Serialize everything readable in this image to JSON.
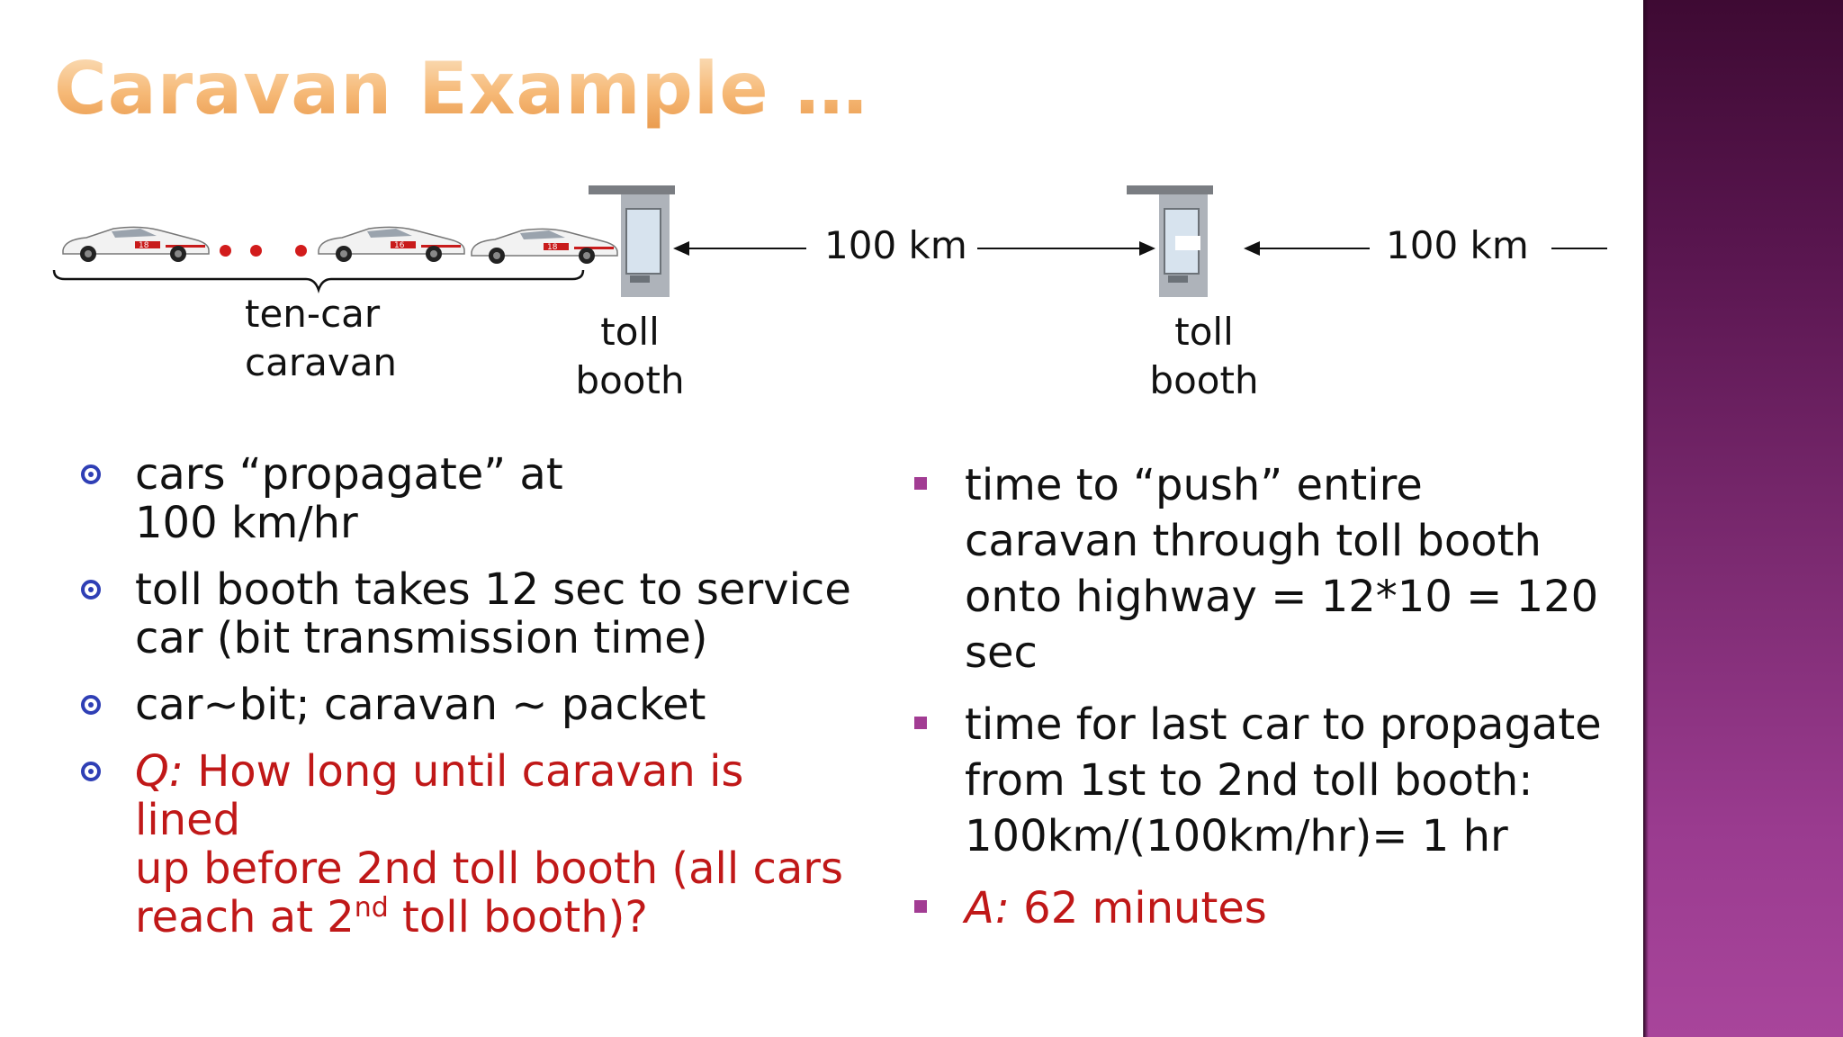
{
  "title": "Caravan Example …",
  "diagram": {
    "distance_1": "100 km",
    "distance_2": "100 km",
    "caravan_label_1": "ten-car",
    "caravan_label_2": "caravan",
    "booth1_label_1": "toll",
    "booth1_label_2": "booth",
    "booth2_label_1": "toll",
    "booth2_label_2": "booth"
  },
  "left_bullets": [
    {
      "line1": "cars “propagate” at",
      "line2": "100 km/hr"
    },
    {
      "line1": "toll booth takes 12 sec to service",
      "line2": "car (bit transmission time)"
    },
    {
      "line1": "car~bit; caravan ~ packet"
    },
    {
      "q_prefix": "Q:",
      "line1": " How long until caravan is lined",
      "line2": "up before 2nd toll booth (all cars",
      "line3_a": "reach at 2",
      "line3_sup": "nd",
      "line3_b": " toll booth)?"
    }
  ],
  "right_bullets": [
    {
      "line1": "time to “push” entire",
      "line2": "caravan through toll booth",
      "line3": "onto highway = 12*10 = 120",
      "line4": "sec"
    },
    {
      "line1": "time for last car to propagate",
      "line2": "from 1st to 2nd toll booth:",
      "line3": "100km/(100km/hr)= 1 hr"
    },
    {
      "a_prefix": "A:",
      "line1": " 62 minutes"
    }
  ],
  "colors": {
    "accent_red": "#c01818",
    "bullet_blue": "#2f3fb5",
    "bullet_purple": "#a23c93",
    "title_orange": "#f0a860"
  }
}
